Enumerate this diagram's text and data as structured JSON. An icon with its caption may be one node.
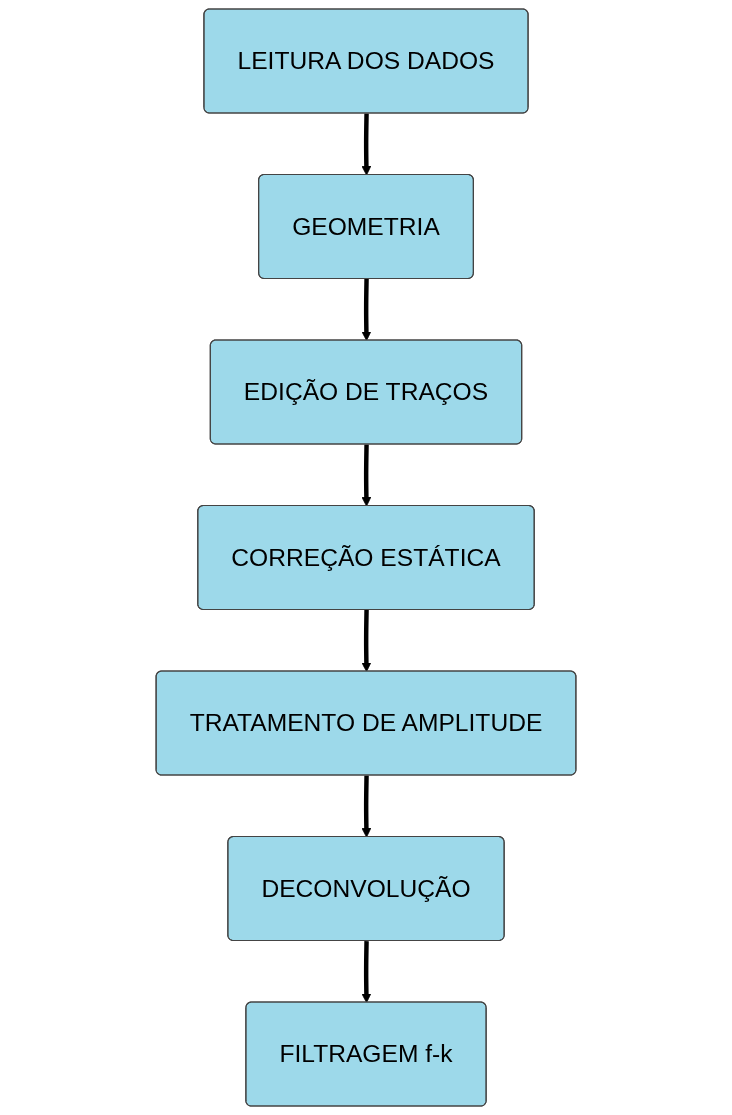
{
  "diagram": {
    "nodes": [
      {
        "text": [
          "LEITURA DOS DADOS"
        ]
      },
      {
        "text": [
          "GEOMETRIA"
        ]
      },
      {
        "text": [
          "EDIÇÃO DE TRAÇOS"
        ]
      },
      {
        "text": [
          "CORREÇÃO ESTÁTICA"
        ]
      },
      {
        "text": [
          "TRATAMENTO DE AMPLITUDE"
        ]
      },
      {
        "text": [
          "DECONVOLUÇÃO"
        ]
      },
      {
        "text": [
          "FILTRAGEM f-k"
        ]
      }
    ],
    "edges": [
      {
        "from": 0,
        "to": 1,
        "arrow": "to"
      },
      {
        "from": 1,
        "to": 2,
        "arrow": "to"
      },
      {
        "from": 2,
        "to": 3,
        "arrow": "to"
      },
      {
        "from": 3,
        "to": 4,
        "arrow": "to"
      },
      {
        "from": 4,
        "to": 5,
        "arrow": "to"
      },
      {
        "from": 5,
        "to": 6,
        "arrow": "to"
      }
    ]
  }
}
